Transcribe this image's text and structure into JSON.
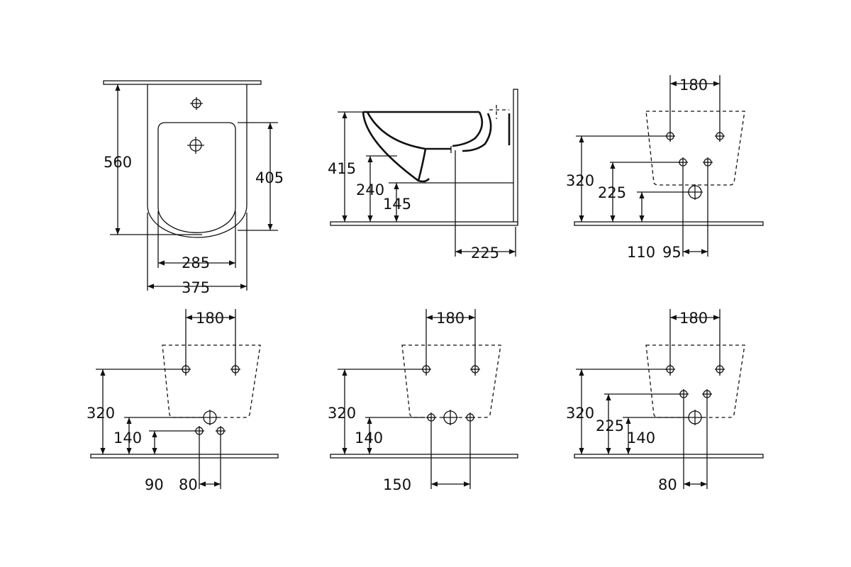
{
  "views": {
    "front": {
      "height_total": "560",
      "height_bowl": "405",
      "width_inner": "285",
      "width_outer": "375"
    },
    "side": {
      "height": "415",
      "height_mid": "240",
      "height_low": "145",
      "depth": "225"
    },
    "connection_a": {
      "spacing_top": "180",
      "height_top": "320",
      "height_mid": "225",
      "height_low": "110",
      "offset": "95"
    },
    "connection_b": {
      "spacing_top": "180",
      "height_top": "320",
      "height_low": "140",
      "offset_x": "90",
      "spacing_low": "80"
    },
    "connection_c": {
      "spacing_top": "180",
      "height_top": "320",
      "height_low": "140",
      "spacing_low": "150"
    },
    "connection_d": {
      "spacing_top": "180",
      "height_top": "320",
      "height_mid": "225",
      "height_low": "140",
      "spacing_low": "80"
    }
  }
}
